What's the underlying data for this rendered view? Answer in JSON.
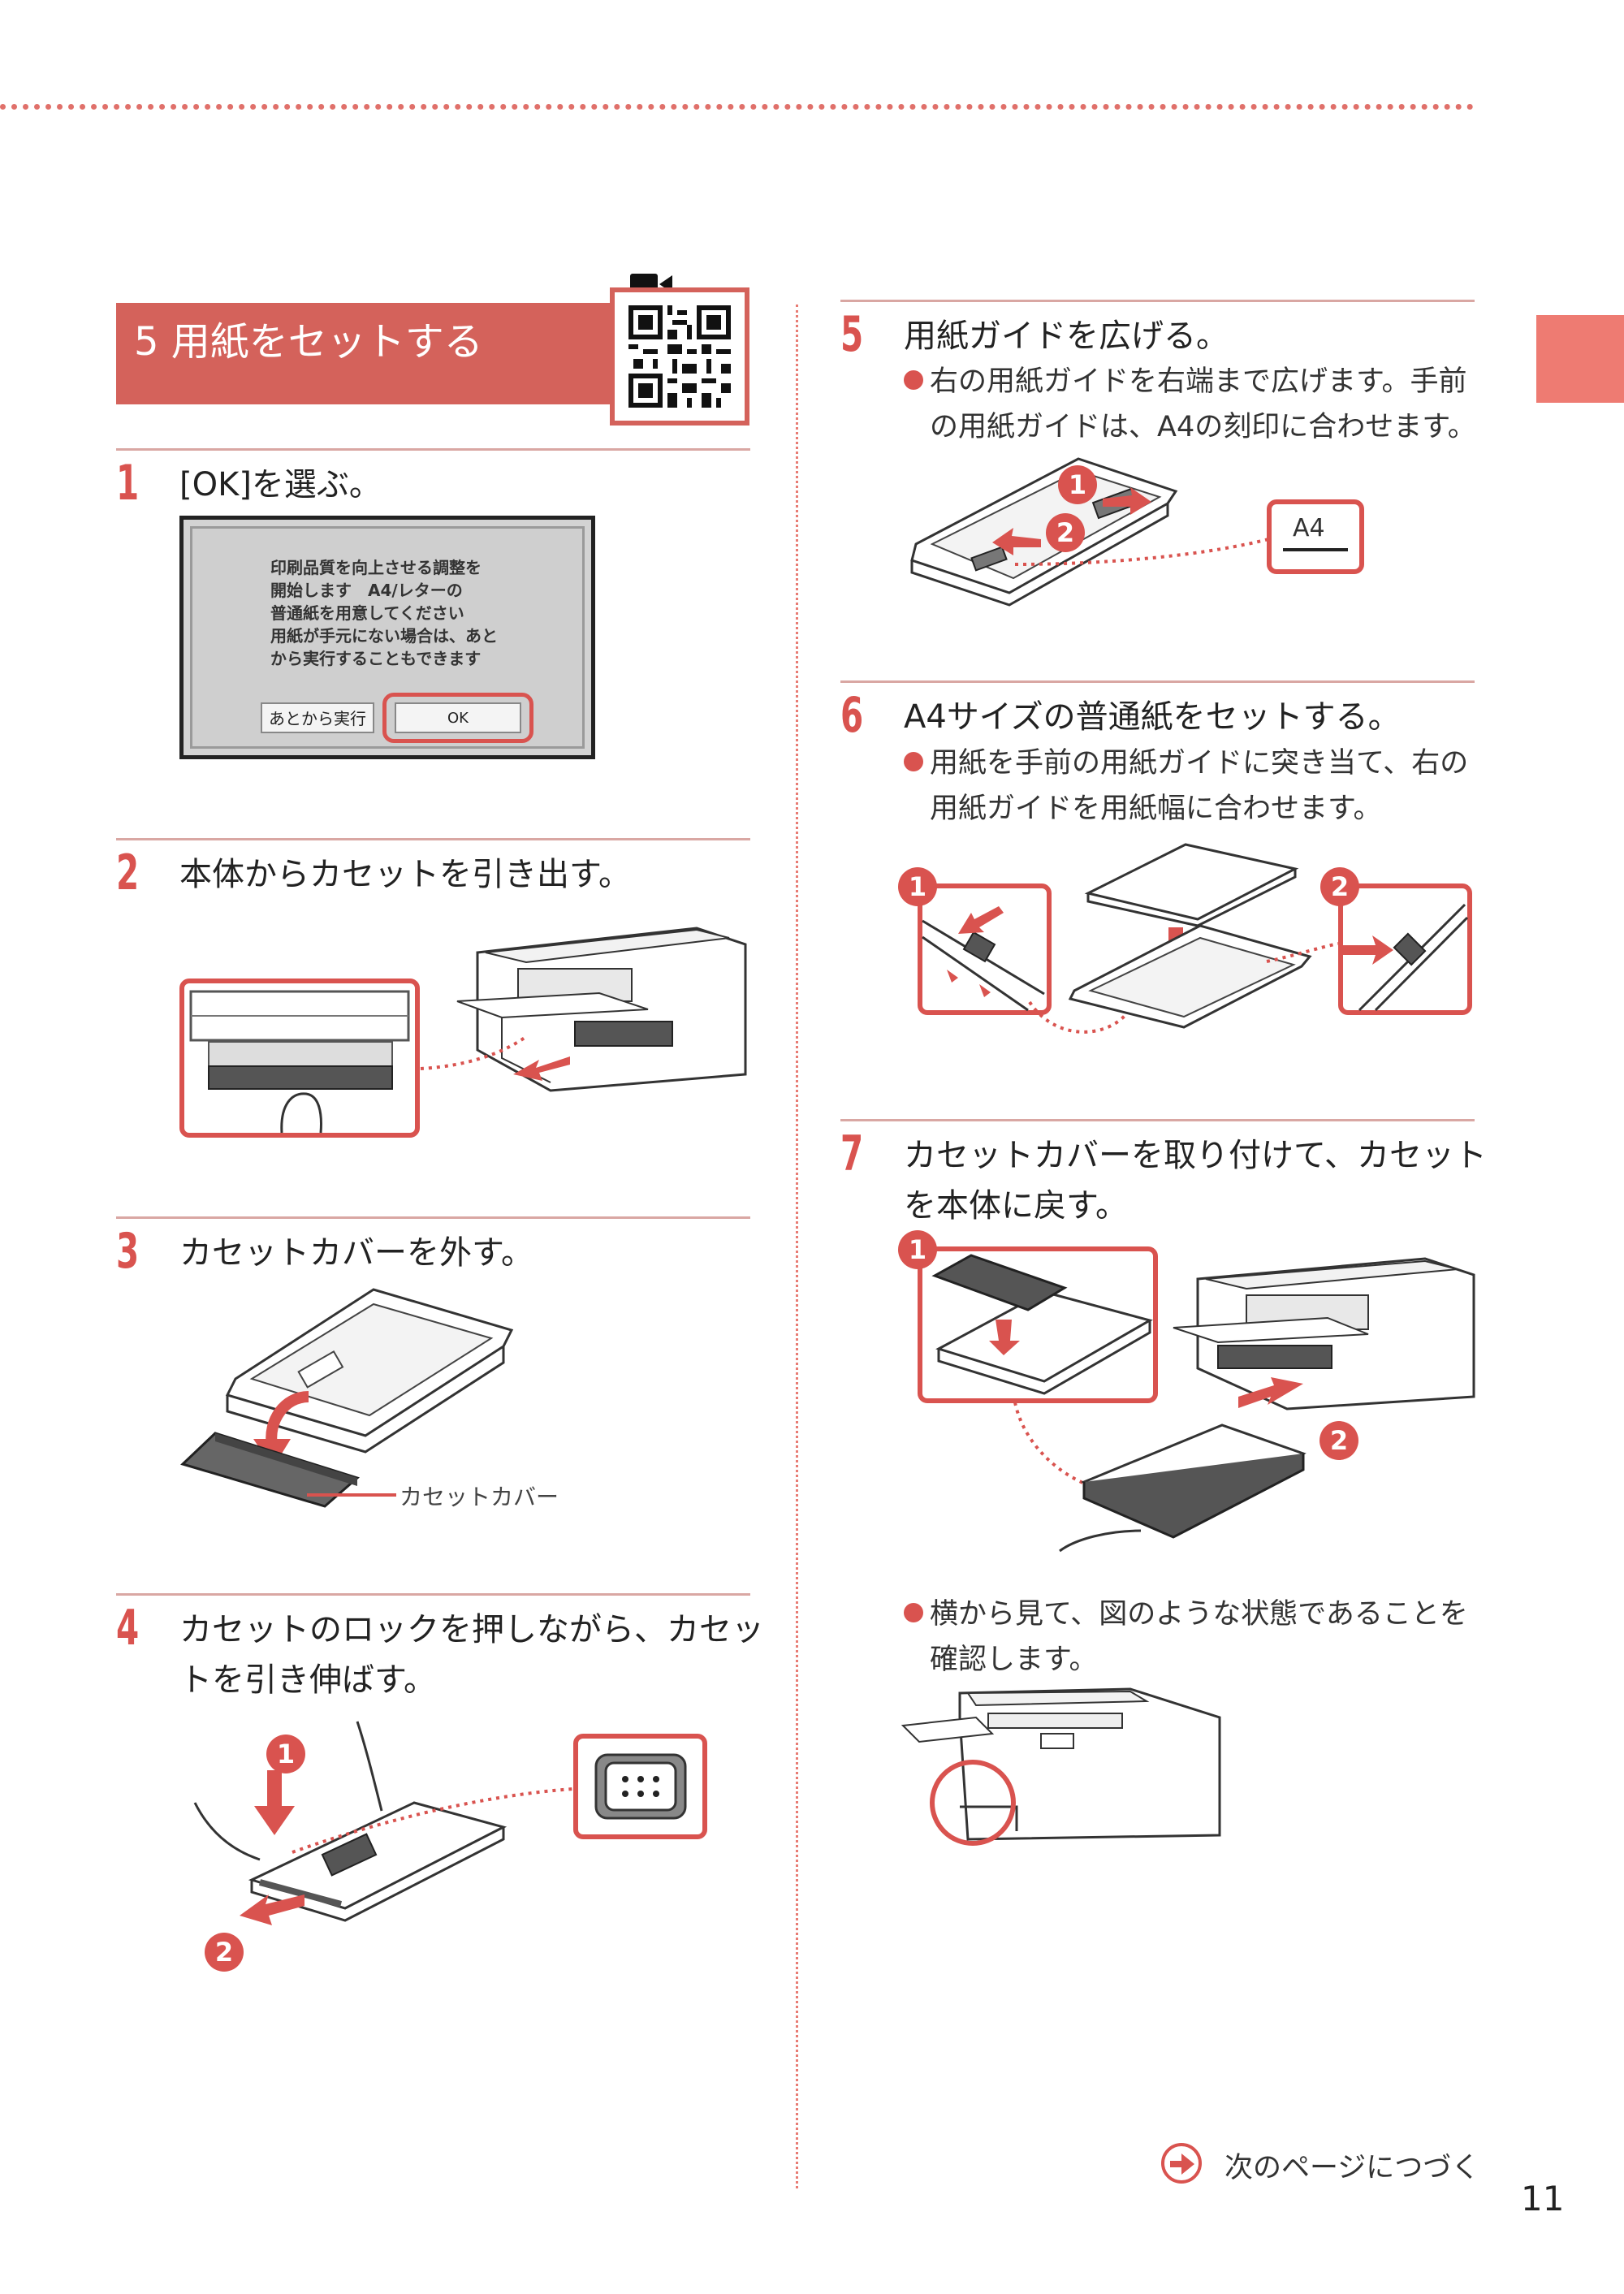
{
  "header": {
    "section_title": "5 用紙をセットする"
  },
  "steps": [
    {
      "num": "1",
      "title": "[OK]を選ぶ。"
    },
    {
      "num": "2",
      "title": "本体からカセットを引き出す。"
    },
    {
      "num": "3",
      "title": "カセットカバーを外す。"
    },
    {
      "num": "4",
      "title_line1": "カセットのロックを押しながら、カセッ",
      "title_line2": "トを引き伸ばす。"
    },
    {
      "num": "5",
      "title": "用紙ガイドを広げる。",
      "bullet_line1": "右の用紙ガイドを右端まで広げます。手前",
      "bullet_line2": "の用紙ガイドは、A4の刻印に合わせます。"
    },
    {
      "num": "6",
      "title": "A4サイズの普通紙をセットする。",
      "bullet_line1": "用紙を手前の用紙ガイドに突き当て、右の",
      "bullet_line2": "用紙ガイドを用紙幅に合わせます。"
    },
    {
      "num": "7",
      "title_line1": "カセットカバーを取り付けて、カセット",
      "title_line2": "を本体に戻す。",
      "bullet_line1": "横から見て、図のような状態であることを",
      "bullet_line2": "確認します。"
    }
  ],
  "screen": {
    "message": "印刷品質を向上させる調整を\n開始します　A4/レターの\n普通紙を用意してください\n用紙が手元にない場合は、あと\nから実行することもできます",
    "later_button": "あとから実行",
    "ok_button": "OK"
  },
  "labels": {
    "cassette_cover": "カセットカバー",
    "a4_mark": "A4",
    "badge_1": "1",
    "badge_2": "2"
  },
  "footer": {
    "next_page": "次のページにつづく",
    "page_number": "11"
  },
  "icons": [
    "video-camera-icon",
    "qr-code",
    "next-page-arrow-icon"
  ],
  "colors": {
    "accent": "#d9534f",
    "banner": "#d4625b",
    "tab": "#ee7b72"
  }
}
